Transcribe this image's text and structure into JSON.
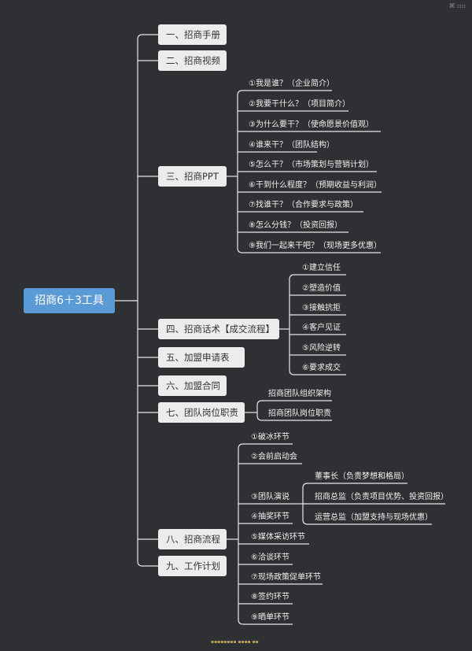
{
  "root": {
    "label": "招商6＋3工具"
  },
  "branches": {
    "b1": {
      "label": "一、招商手册"
    },
    "b2": {
      "label": "二、招商视频"
    },
    "b3": {
      "label": "三、招商PPT",
      "items": [
        "①我是谁？（企业简介）",
        "②我要干什么？（项目简介）",
        "③为什么要干？（使命愿景价值观）",
        "④谁来干？（团队结构）",
        "⑤怎么干？（市场策划与营销计划）",
        "⑥干到什么程度？（预期收益与利润）",
        "⑦找谁干？（合作要求与政策）",
        "⑧怎么分钱？（投资回报）",
        "⑨我们一起来干吧？（现场更多优惠）"
      ]
    },
    "b4": {
      "label": "四、招商话术【成交流程】",
      "items": [
        "①建立信任",
        "②塑造价值",
        "③接触抗拒",
        "④客户见证",
        "⑤风险逆转",
        "⑥要求成交"
      ]
    },
    "b5": {
      "label": "五、加盟申请表"
    },
    "b6": {
      "label": "六、加盟合同"
    },
    "b7": {
      "label": "七、团队岗位职责",
      "items": [
        "招商团队组织架构",
        "招商团队岗位职责"
      ]
    },
    "b8": {
      "label": "八、招商流程",
      "items": [
        "①破冰环节",
        "②会前启动会",
        "③团队演说",
        "④抽奖环节",
        "⑤媒体采访环节",
        "⑥洽谈环节",
        "⑦现场政策促单环节",
        "⑧签约环节",
        "⑨晒单环节"
      ],
      "speech_items": [
        "董事长（负责梦想和格局）",
        "招商总监（负责项目优势、投资回报）",
        "运营总监（加盟支持与现场优惠）"
      ]
    },
    "b9": {
      "label": "九、工作计划"
    }
  },
  "colors": {
    "background": "#2f3033",
    "root": "#5b9bd5",
    "branch": "#ececec",
    "line": "#e8e8e8"
  }
}
